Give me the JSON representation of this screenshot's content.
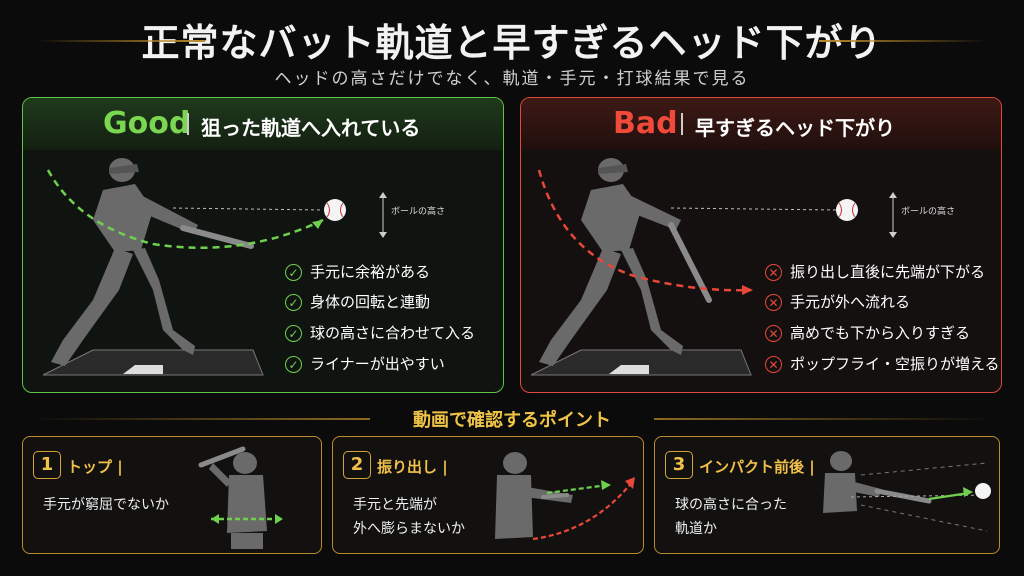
{
  "title": "正常なバット軌道と早すぎるヘッド下がり",
  "subtitle": "ヘッドの高さだけでなく、軌道・手元・打球結果で見る",
  "good": {
    "word": "Good",
    "heading": "狙った軌道へ入れている",
    "ball_height_label": "ボールの高さ",
    "checks": [
      "手元に余裕がある",
      "身体の回転と連動",
      "球の高さに合わせて入る",
      "ライナーが出やすい"
    ]
  },
  "bad": {
    "word": "Bad",
    "heading": "早すぎるヘッド下がり",
    "ball_height_label": "ボールの高さ",
    "checks": [
      "振り出し直後に先端が下がる",
      "手元が外へ流れる",
      "高めでも下から入りすぎる",
      "ポップフライ・空振りが増える"
    ]
  },
  "section_title": "動画で確認するポイント",
  "cards": [
    {
      "num": "1",
      "title": "トップ",
      "desc_line1": "手元が窮屈でないか",
      "desc_line2": ""
    },
    {
      "num": "2",
      "title": "振り出し",
      "desc_line1": "手元と先端が",
      "desc_line2": "外へ膨らまないか"
    },
    {
      "num": "3",
      "title": "インパクト前後",
      "desc_line1": "球の高さに合った",
      "desc_line2": "軌道か"
    }
  ],
  "colors": {
    "good": "#6fd04f",
    "bad": "#e8473a",
    "gold": "#d5a33a"
  }
}
